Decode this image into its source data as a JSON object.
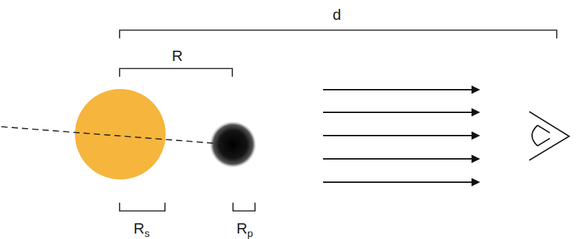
{
  "diagram": {
    "labels": [
      "d",
      "R",
      "Rs",
      "Rp"
    ]
  }
}
